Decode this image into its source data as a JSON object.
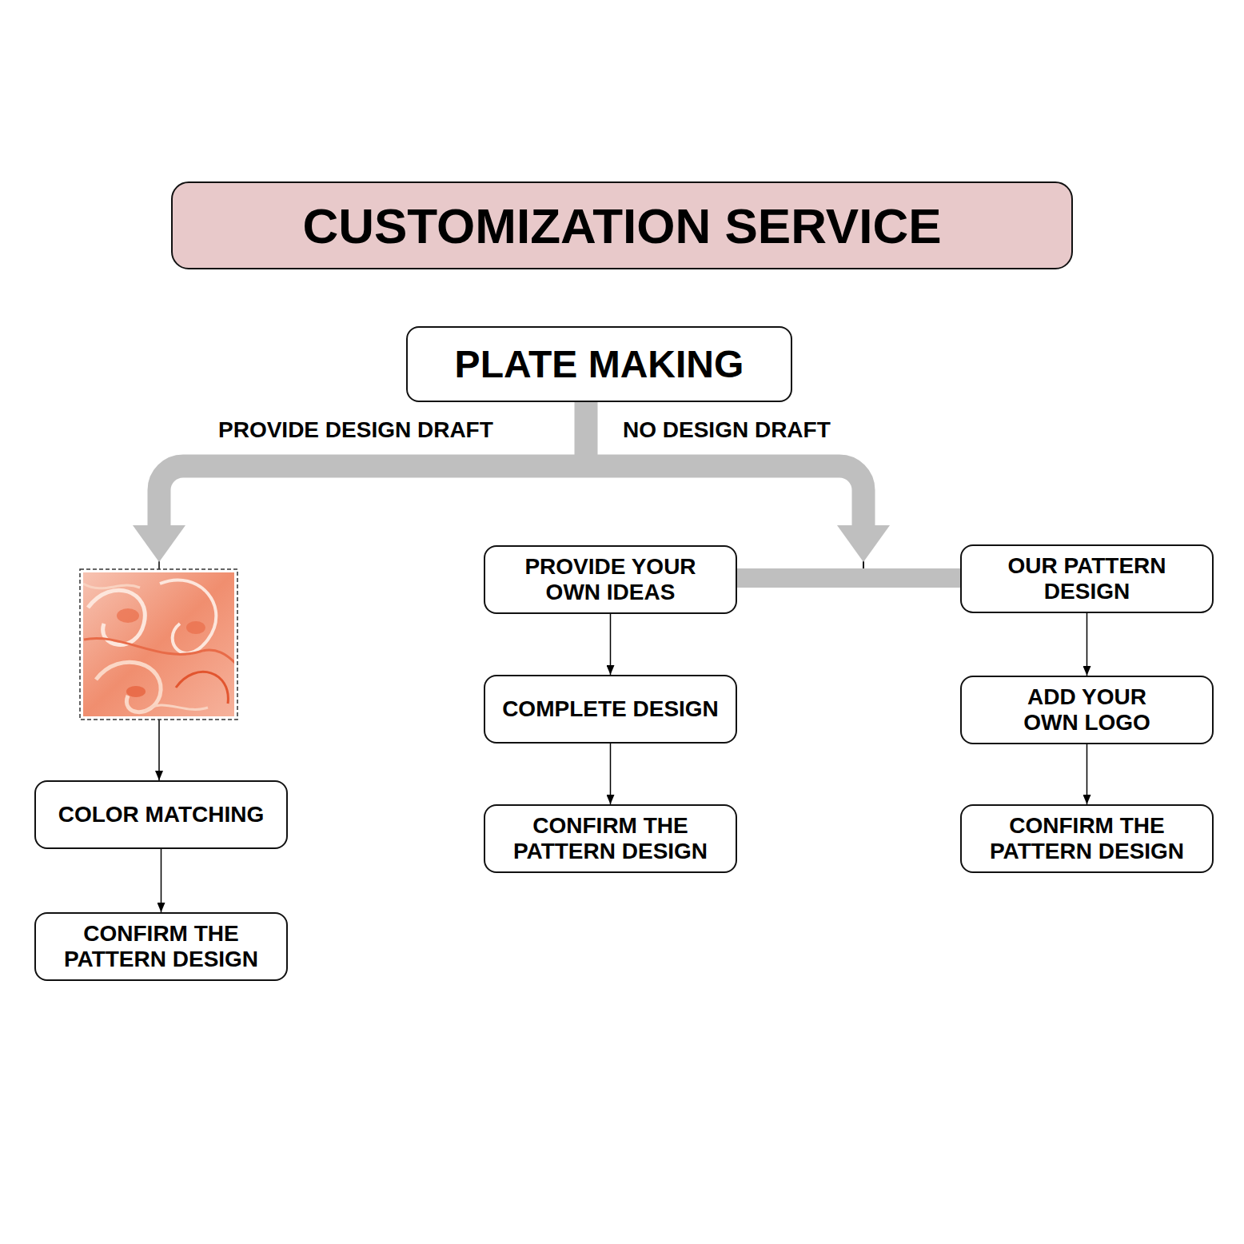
{
  "diagram": {
    "title": "CUSTOMIZATION SERVICE",
    "nodes": [
      {
        "text": [
          "PLATE MAKING"
        ]
      },
      {
        "text": [
          "COLOR MATCHING"
        ]
      },
      {
        "text": [
          "CONFIRM THE PATTERN DESIGN"
        ]
      },
      {
        "text": [
          "PROVIDE YOUR OWN IDEAS"
        ]
      },
      {
        "text": [
          "COMPLETE DESIGN"
        ]
      },
      {
        "text": [
          "CONFIRM THE PATTERN DESIGN"
        ]
      },
      {
        "text": [
          "OUR PATTERN DESIGN"
        ]
      },
      {
        "text": [
          "ADD YOUR OWN LOGO"
        ]
      },
      {
        "text": [
          "CONFIRM THE PATTERN DESIGN"
        ]
      }
    ],
    "edges": [
      {
        "from": 0,
        "to": 1,
        "label": "PROVIDE DESIGN DRAFT",
        "arrow": "to"
      },
      {
        "from": 0,
        "to": 3,
        "label": "NO DESIGN DRAFT",
        "arrow": "to"
      },
      {
        "from": 0,
        "to": 6,
        "arrow": "to"
      },
      {
        "from": 1,
        "to": 2,
        "arrow": "to"
      },
      {
        "from": 3,
        "to": 4,
        "arrow": "to"
      },
      {
        "from": 4,
        "to": 5,
        "arrow": "to"
      },
      {
        "from": 6,
        "to": 7,
        "arrow": "to"
      },
      {
        "from": 7,
        "to": 8,
        "arrow": "to"
      }
    ]
  }
}
